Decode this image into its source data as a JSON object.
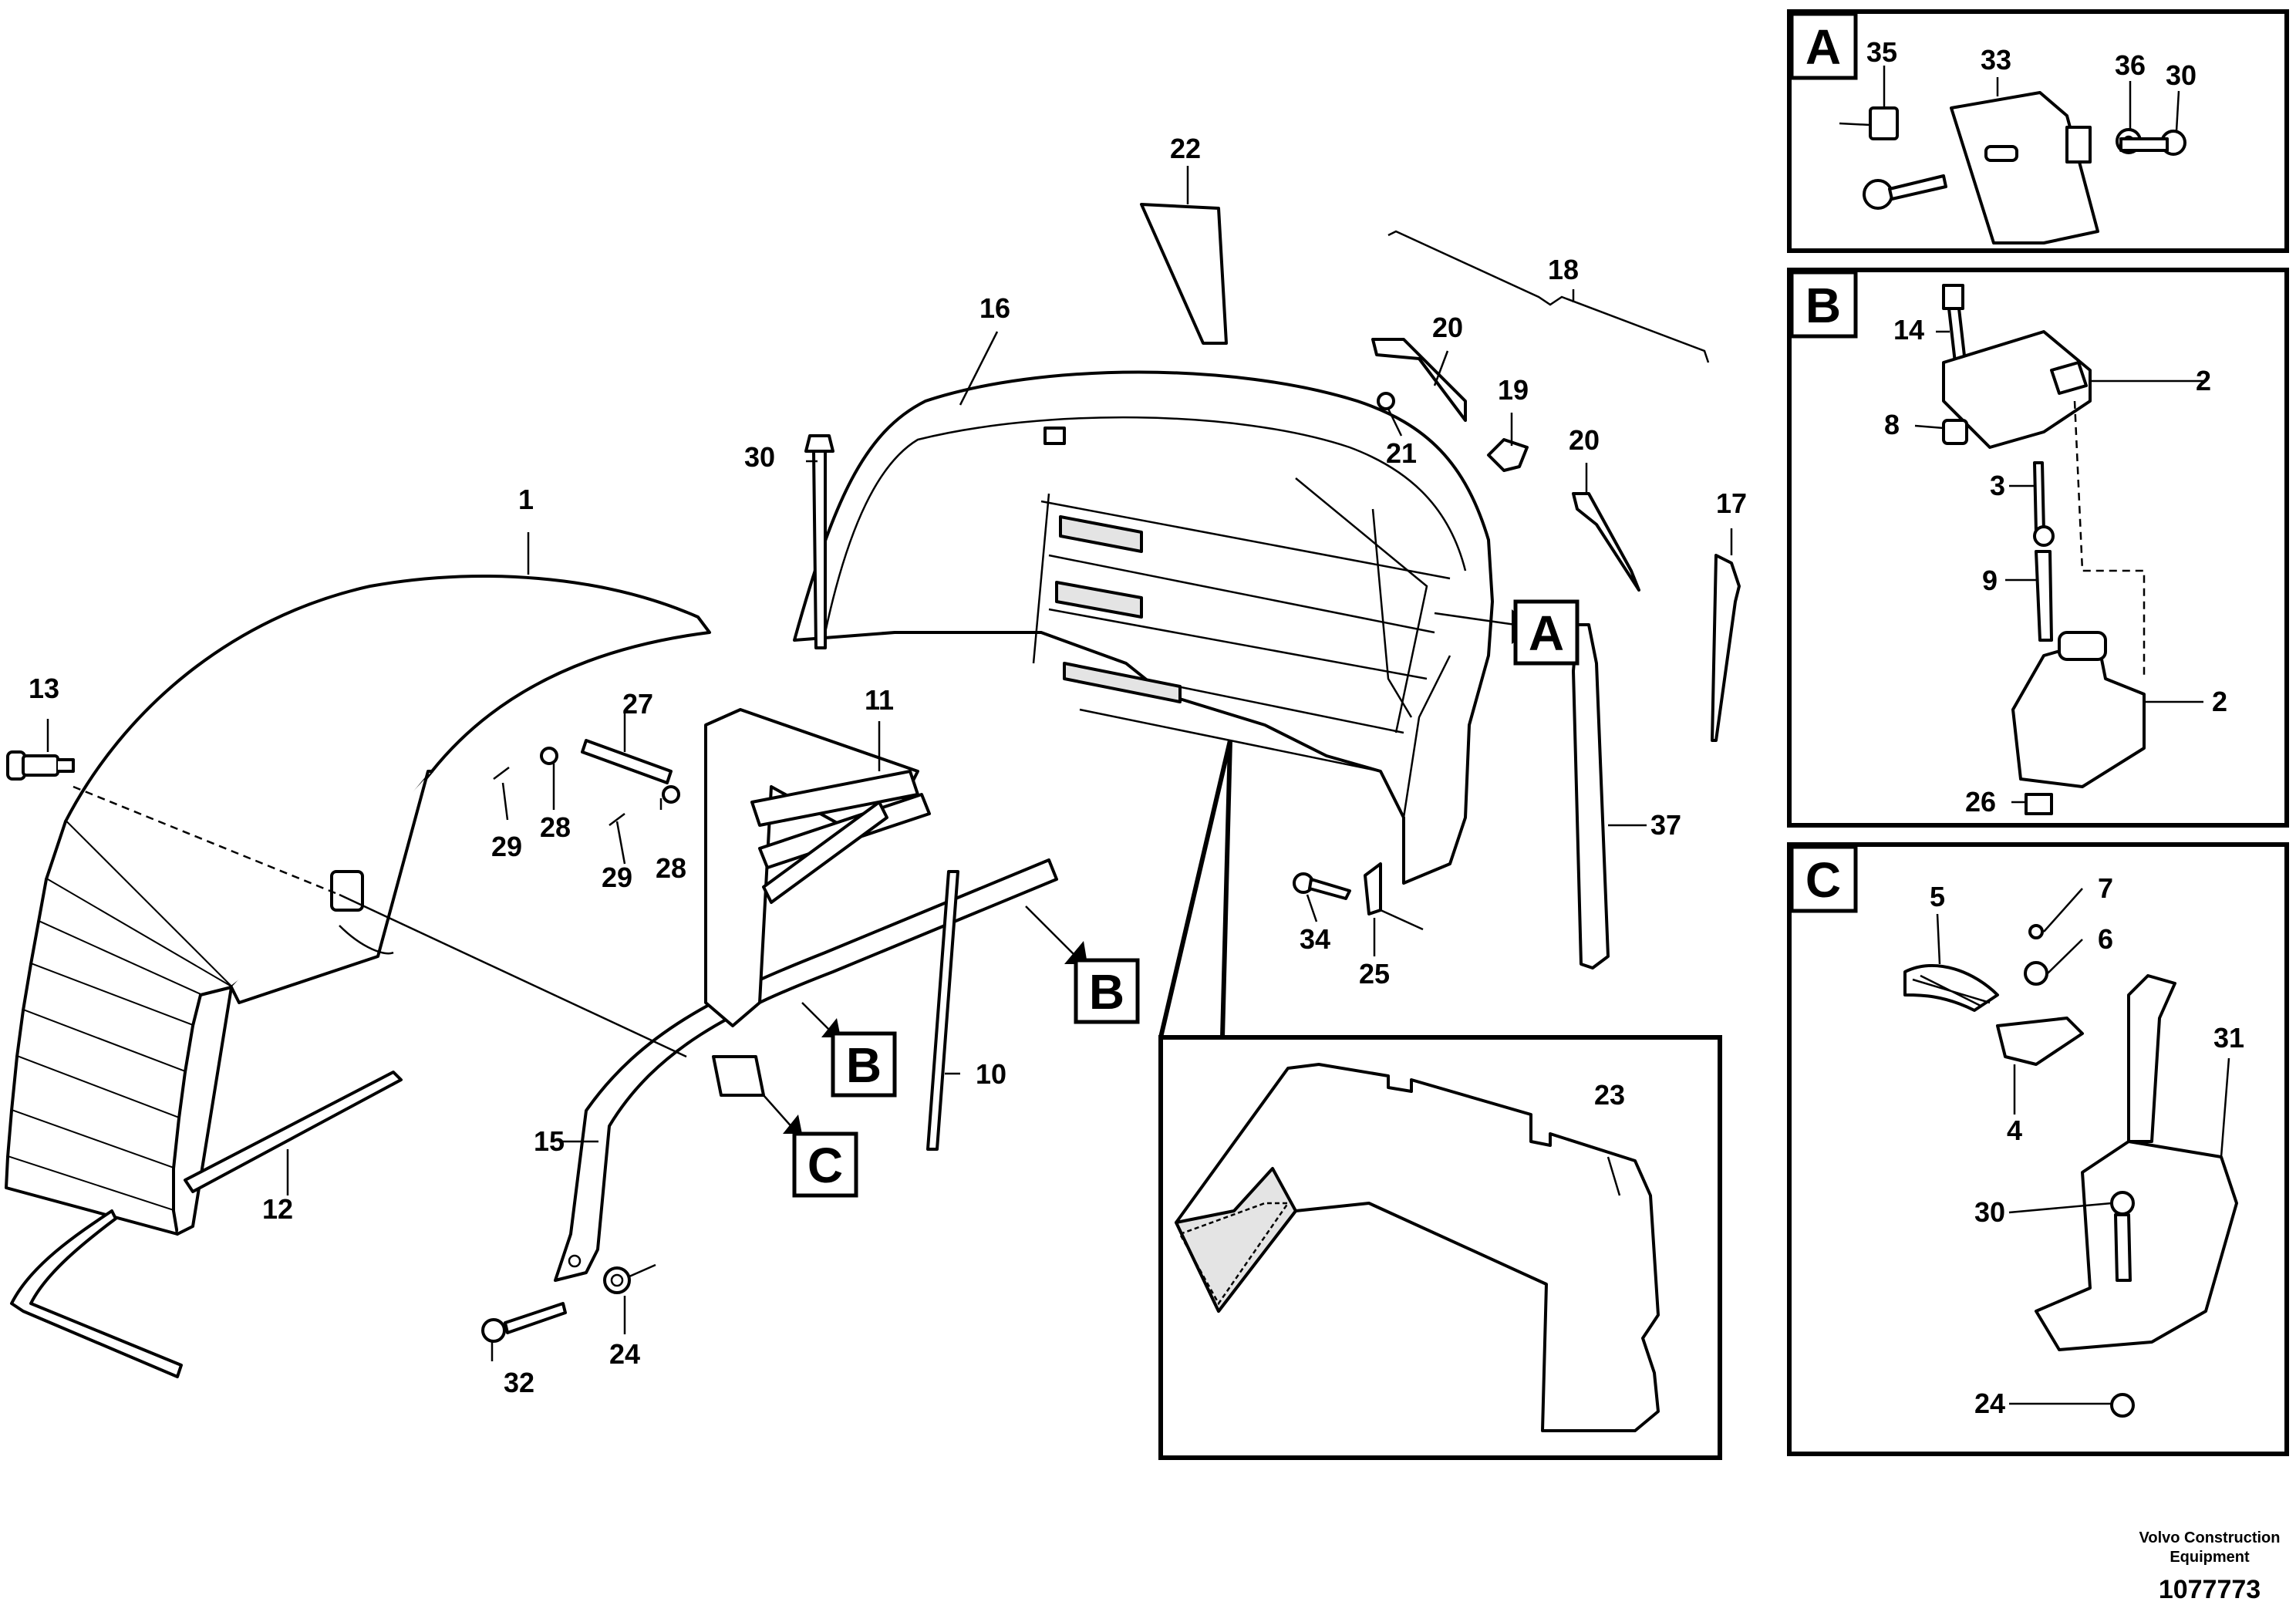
{
  "diagram": {
    "labels": {
      "n1": "1",
      "n2a": "2",
      "n2b": "2",
      "n3": "3",
      "n4": "4",
      "n5": "5",
      "n6": "6",
      "n7": "7",
      "n8": "8",
      "n9": "9",
      "n10": "10",
      "n11": "11",
      "n12": "12",
      "n13": "13",
      "n14": "14",
      "n15": "15",
      "n16": "16",
      "n17": "17",
      "n18": "18",
      "n19": "19",
      "n20a": "20",
      "n20b": "20",
      "n21": "21",
      "n22": "22",
      "n23": "23",
      "n24a": "24",
      "n24b": "24",
      "n25": "25",
      "n26": "26",
      "n27": "27",
      "n28a": "28",
      "n28b": "28",
      "n29a": "29",
      "n29b": "29",
      "n30a": "30",
      "n30b": "30",
      "n30c": "30",
      "n31": "31",
      "n32": "32",
      "n33": "33",
      "n34": "34",
      "n35": "35",
      "n36": "36",
      "n37": "37"
    },
    "callouts": {
      "a": "A",
      "b": "B",
      "c": "C"
    },
    "footer": {
      "company_line1": "Volvo Construction",
      "company_line2": "Equipment",
      "drawing_number": "1077773"
    }
  }
}
